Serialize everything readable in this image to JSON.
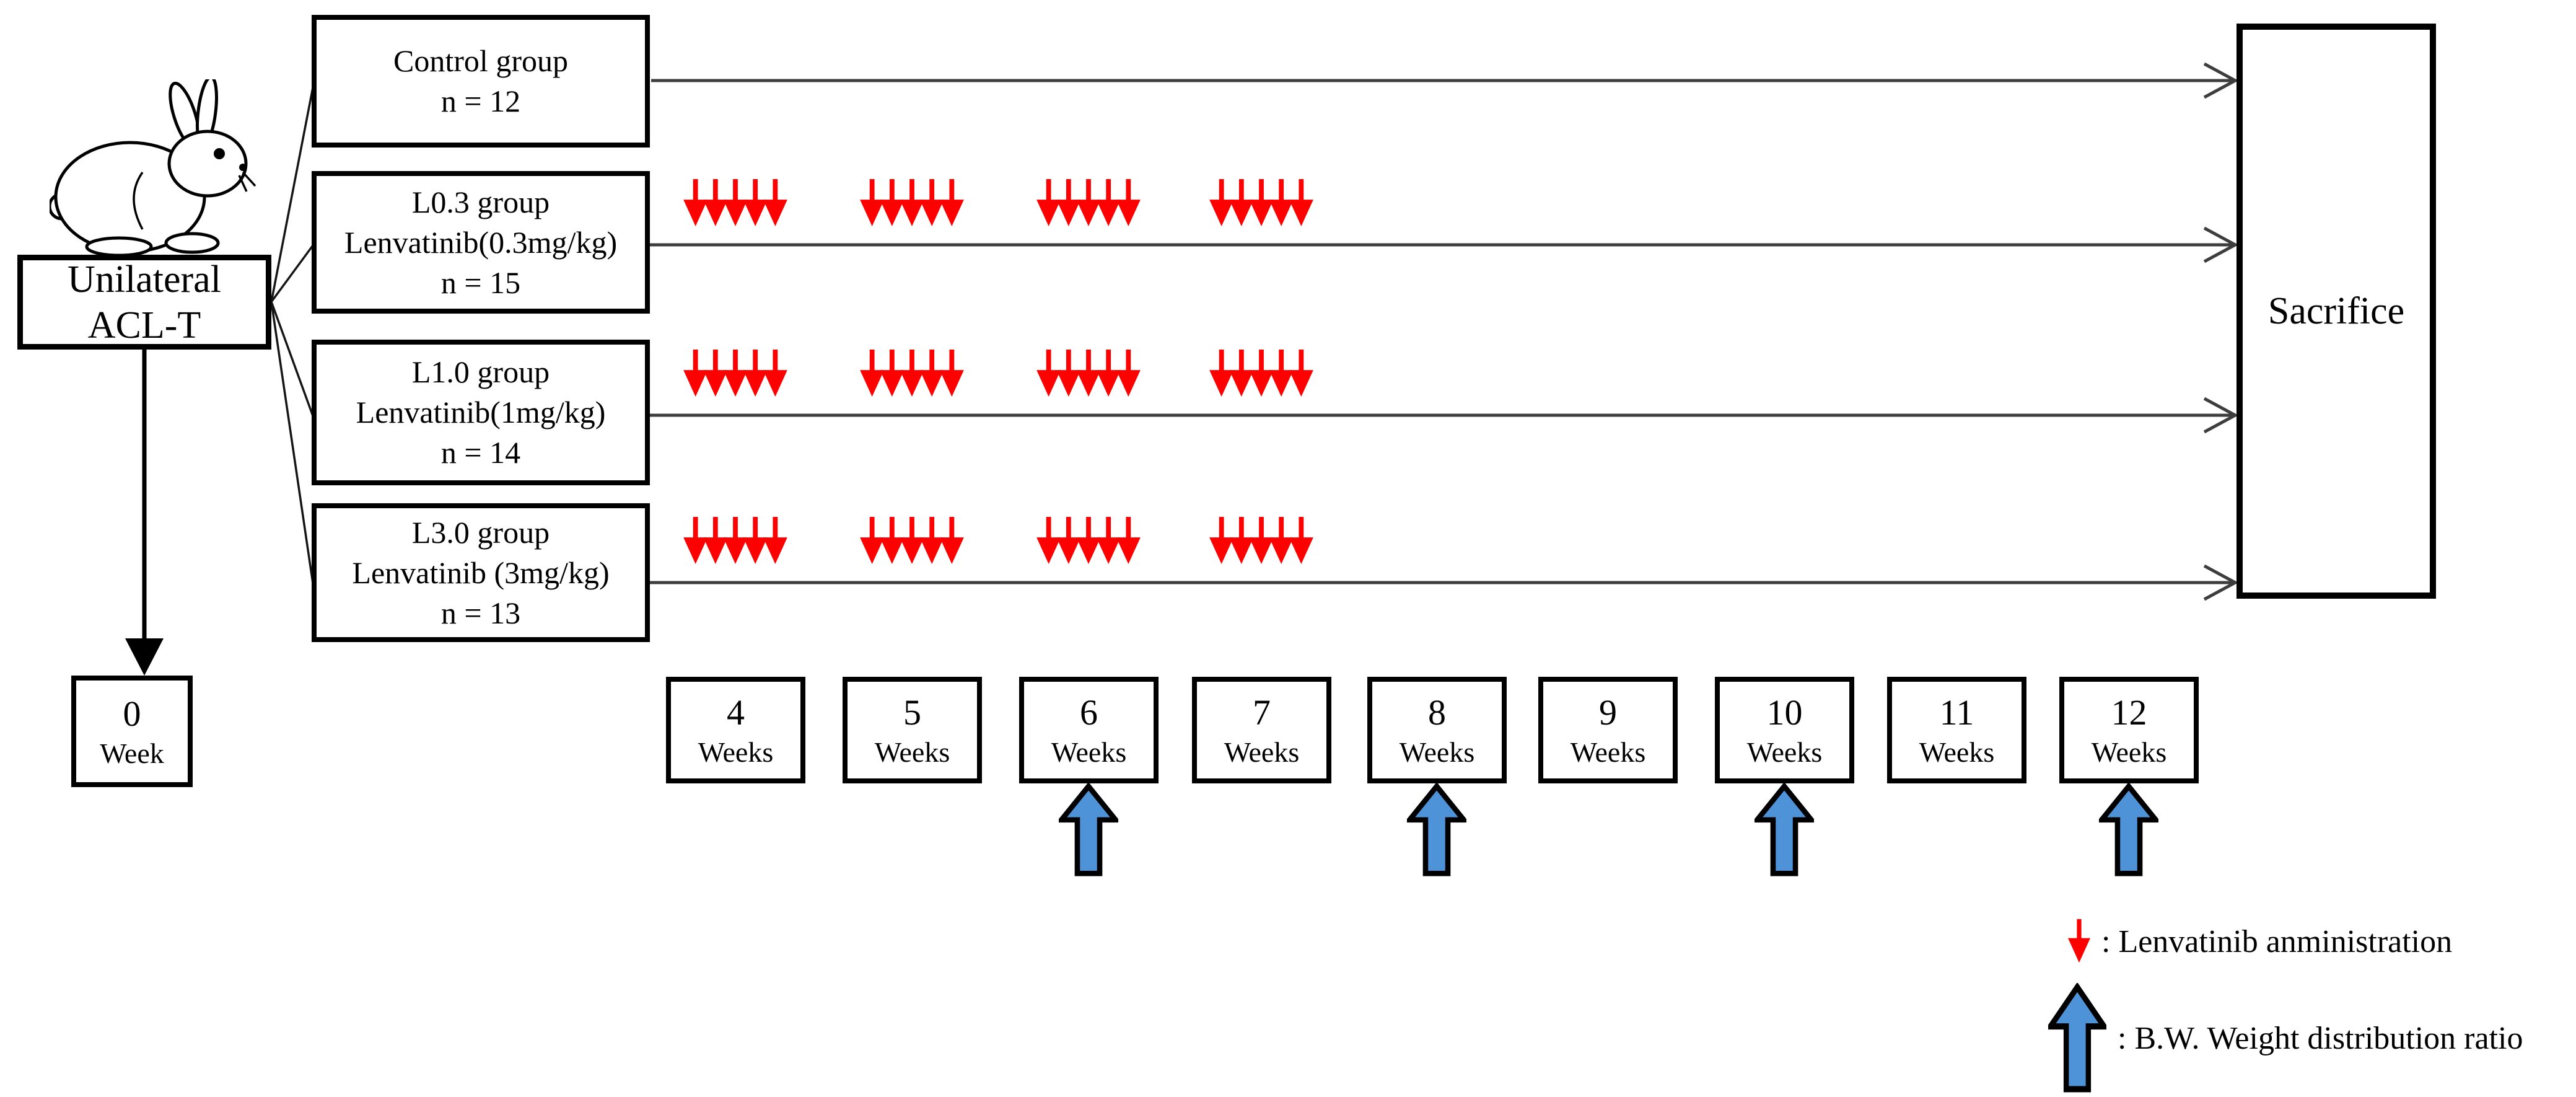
{
  "colors": {
    "arrow-red": "#ff0000",
    "arrow-blue": "#4e92d8",
    "line-gray": "#3d3d3d",
    "ink": "#000000",
    "background": "#ffffff"
  },
  "source": {
    "lines": [
      "Unilateral",
      "ACL-T"
    ]
  },
  "groups": [
    {
      "id": "control",
      "lines": [
        "Control group",
        "n = 12"
      ]
    },
    {
      "id": "l03",
      "lines": [
        "L0.3 group",
        "Lenvatinib(0.3mg/kg)",
        "n = 15"
      ]
    },
    {
      "id": "l10",
      "lines": [
        "L1.0 group",
        "Lenvatinib(1mg/kg)",
        "n = 14"
      ]
    },
    {
      "id": "l30",
      "lines": [
        "L3.0 group",
        "Lenvatinib (3mg/kg)",
        "n = 13"
      ]
    }
  ],
  "endpoint": {
    "label": "Sacrifice"
  },
  "timeline": [
    {
      "number": "0",
      "unit": "Week",
      "bw_arrow": false
    },
    {
      "number": "4",
      "unit": "Weeks",
      "bw_arrow": false
    },
    {
      "number": "5",
      "unit": "Weeks",
      "bw_arrow": false
    },
    {
      "number": "6",
      "unit": "Weeks",
      "bw_arrow": true
    },
    {
      "number": "7",
      "unit": "Weeks",
      "bw_arrow": false
    },
    {
      "number": "8",
      "unit": "Weeks",
      "bw_arrow": true
    },
    {
      "number": "9",
      "unit": "Weeks",
      "bw_arrow": false
    },
    {
      "number": "10",
      "unit": "Weeks",
      "bw_arrow": true
    },
    {
      "number": "11",
      "unit": "Weeks",
      "bw_arrow": false
    },
    {
      "number": "12",
      "unit": "Weeks",
      "bw_arrow": true
    }
  ],
  "schedule": {
    "lenvatinib_administration_weeks": [
      4,
      5,
      6,
      7
    ],
    "doses_shown_per_week": 5,
    "treated_groups": [
      "l03",
      "l10",
      "l30"
    ],
    "bw_measurement_weeks": [
      6,
      8,
      10,
      12
    ]
  },
  "legend": [
    {
      "icon": "red-down-arrow",
      "label": ": Lenvatinib anministration"
    },
    {
      "icon": "blue-up-arrow",
      "label": ": B.W. Weight distribution ratio"
    }
  ]
}
